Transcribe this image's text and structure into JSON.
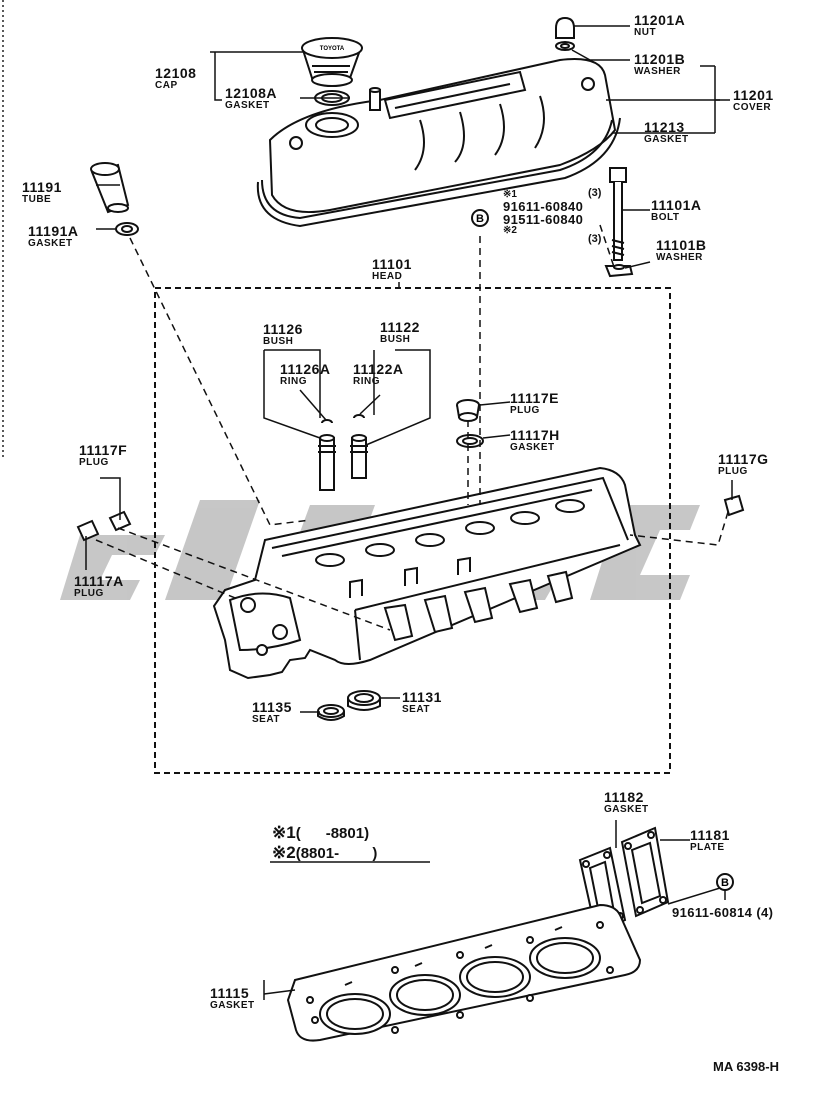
{
  "diagram_id": "MA 6398-H",
  "callouts": {
    "nut": {
      "number": "11201A",
      "name": "NUT"
    },
    "washer_cover": {
      "number": "11201B",
      "name": "WASHER"
    },
    "cover": {
      "number": "11201",
      "name": "COVER"
    },
    "cover_gasket": {
      "number": "11213",
      "name": "GASKET"
    },
    "cap": {
      "number": "12108",
      "name": "CAP"
    },
    "cap_gasket": {
      "number": "12108A",
      "name": "GASKET"
    },
    "tube": {
      "number": "11191",
      "name": "TUBE"
    },
    "tube_gasket": {
      "number": "11191A",
      "name": "GASKET"
    },
    "head": {
      "number": "11101",
      "name": "HEAD"
    },
    "bolt": {
      "number": "11101A",
      "name": "BOLT"
    },
    "bolt_washer": {
      "number": "11101B",
      "name": "WASHER"
    },
    "bush_left": {
      "number": "11126",
      "name": "BUSH"
    },
    "bush_right": {
      "number": "11122",
      "name": "BUSH"
    },
    "ring_left": {
      "number": "11126A",
      "name": "RING"
    },
    "ring_right": {
      "number": "11122A",
      "name": "RING"
    },
    "plug_e": {
      "number": "11117E",
      "name": "PLUG"
    },
    "gasket_h": {
      "number": "11117H",
      "name": "GASKET"
    },
    "plug_f": {
      "number": "11117F",
      "name": "PLUG"
    },
    "plug_g": {
      "number": "11117G",
      "name": "PLUG"
    },
    "plug_a": {
      "number": "11117A",
      "name": "PLUG"
    },
    "seat_left": {
      "number": "11135",
      "name": "SEAT"
    },
    "seat_right": {
      "number": "11131",
      "name": "SEAT"
    },
    "manifold_gasket": {
      "number": "11182",
      "name": "GASKET"
    },
    "plate": {
      "number": "11181",
      "name": "PLATE"
    },
    "head_gasket": {
      "number": "11115",
      "name": "GASKET"
    }
  },
  "bolt_variants": {
    "mark1": "※1",
    "mark2": "※2",
    "part1": "91611-60840",
    "part2": "91511-60840",
    "qty1": "(3)",
    "qty2": "(3)",
    "circle_letter": "B"
  },
  "plate_bolt": {
    "circle_letter": "B",
    "part": "91611-60814 (4)"
  },
  "notes": {
    "line1_mark": "※1",
    "line1_text": "(      -8801)",
    "line2_mark": "※2",
    "line2_text": "(8801-        )"
  },
  "cap_logo": "TOYOTA"
}
